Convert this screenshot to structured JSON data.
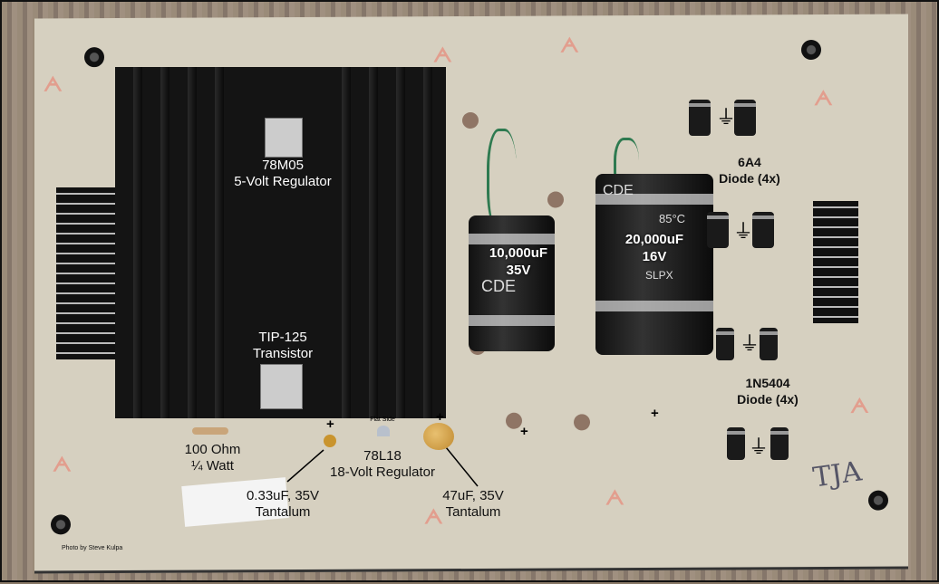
{
  "labels": {
    "regulator_5v": {
      "part": "78M05",
      "desc": "5-Volt Regulator"
    },
    "transistor": {
      "part": "TIP-125",
      "desc": "Transistor"
    },
    "resistor": {
      "value": "100 Ohm",
      "rating": "¼ Watt"
    },
    "cap_small": {
      "value": "0.33uF, 35V",
      "type": "Tantalum"
    },
    "regulator_18v": {
      "flat_side": "Flat Side",
      "part": "78L18",
      "desc": "18-Volt Regulator"
    },
    "cap_tantalum": {
      "value": "47uF, 35V",
      "type": "Tantalum"
    },
    "cap_10000": {
      "value": "10,000uF",
      "voltage": "35V"
    },
    "cap_20000": {
      "value": "20,000uF",
      "voltage": "16V"
    },
    "diode_6a4": {
      "part": "6A4",
      "desc": "Diode (4x)"
    },
    "diode_1n5404": {
      "part": "1N5404",
      "desc": "Diode (4x)"
    },
    "plus": "+",
    "initials": "TJA",
    "credit": "Photo by Steve Kulpa"
  },
  "cap_print": {
    "brand": "CDE",
    "series": "SLPX",
    "temp": "85°C"
  }
}
